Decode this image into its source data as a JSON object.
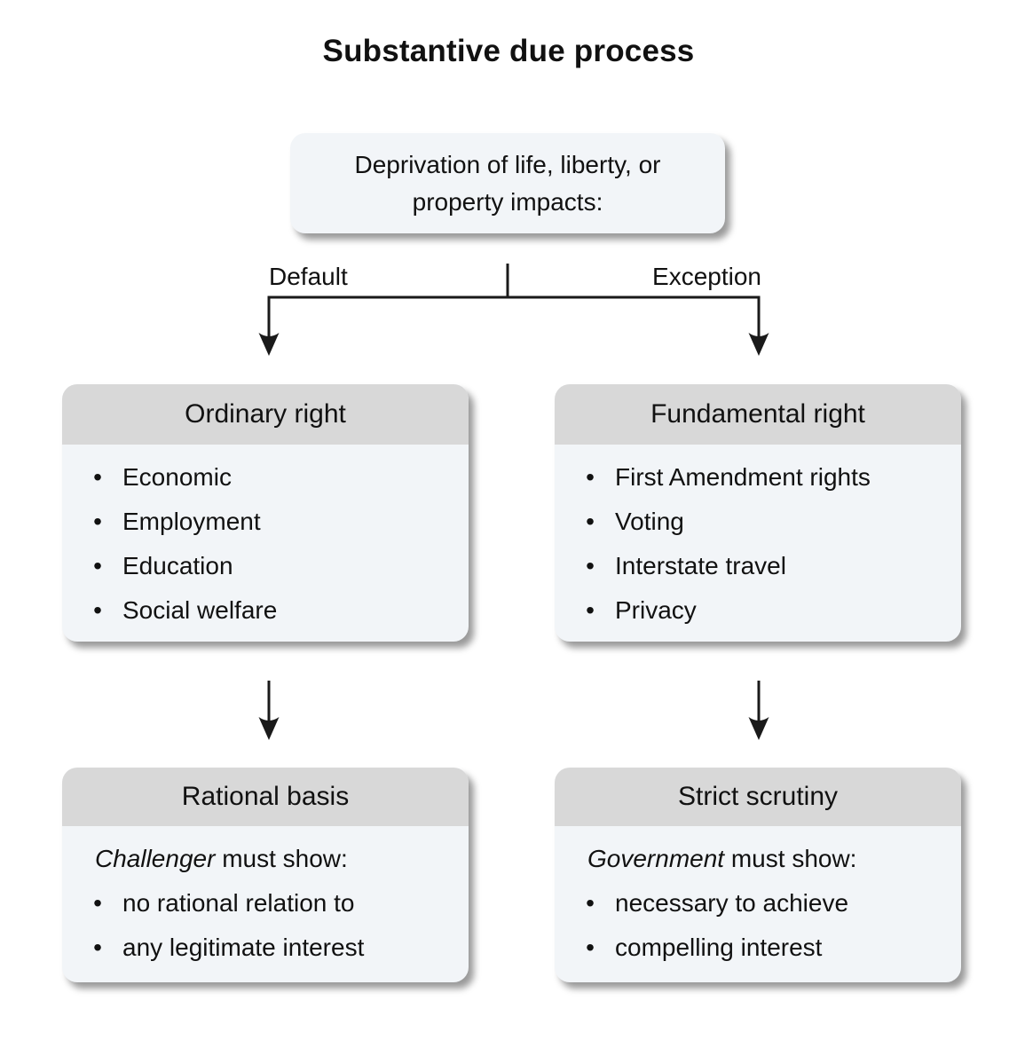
{
  "title": "Substantive due process",
  "root": {
    "line1": "Deprivation of life, liberty, or",
    "line2": "property impacts:"
  },
  "branch_labels": {
    "left": "Default",
    "right": "Exception"
  },
  "boxes": {
    "ordinary": {
      "header": "Ordinary right",
      "items": [
        "Economic",
        "Employment",
        "Education",
        "Social welfare"
      ]
    },
    "fundamental": {
      "header": "Fundamental right",
      "items": [
        "First Amendment rights",
        "Voting",
        "Interstate travel",
        "Privacy"
      ]
    },
    "rational": {
      "header": "Rational basis",
      "lead_italic": "Challenger",
      "lead_rest": " must show:",
      "items": [
        "no rational relation to",
        "any legitimate interest"
      ]
    },
    "strict": {
      "header": "Strict scrutiny",
      "lead_italic": "Government",
      "lead_rest": " must show:",
      "items": [
        "necessary to achieve",
        "compelling interest"
      ]
    }
  },
  "bullet_glyph": "•",
  "colors": {
    "background": "#ffffff",
    "box_header_bg": "#d8d8d8",
    "box_body_bg": "#f2f5f8",
    "line": "#1a1a1a",
    "text": "#111111"
  }
}
